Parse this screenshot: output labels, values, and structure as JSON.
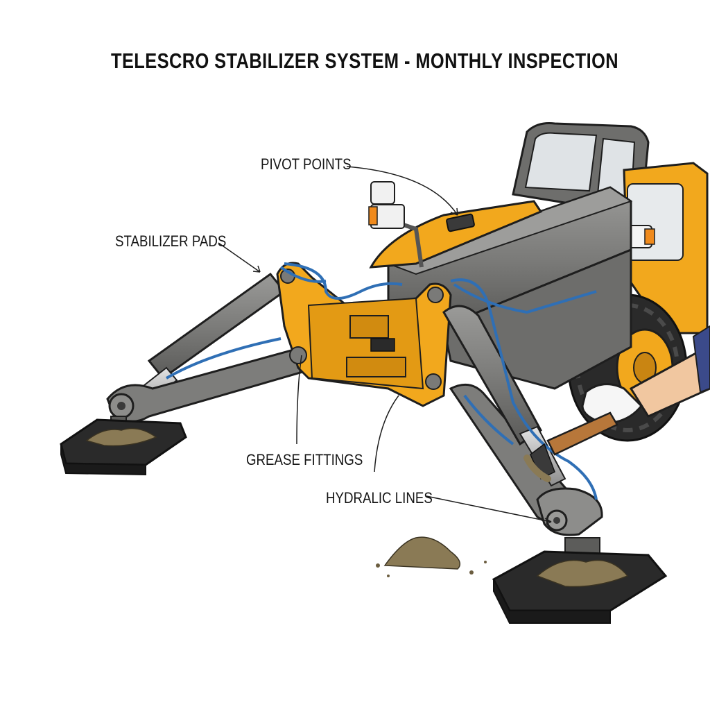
{
  "title": "TELESCRO STABILIZER SYSTEM - MONTHLY INSPECTION",
  "callouts": {
    "pivot_points": "PIVOT POINTS",
    "stabilizer_pads": "STABILIZER PADS",
    "grease_fittings": "GREASE FITTINGS",
    "hydraulic_lines": "HYDRALIC LINES"
  },
  "colors": {
    "machine_yellow": "#F2A81D",
    "machine_gray": "#7A7A78",
    "dark_gray": "#4A4A48",
    "hydraulic_blue": "#2F6FB5",
    "pad_black": "#2A2A2A",
    "dirt": "#8A7A55",
    "outline": "#1E1E1E"
  }
}
